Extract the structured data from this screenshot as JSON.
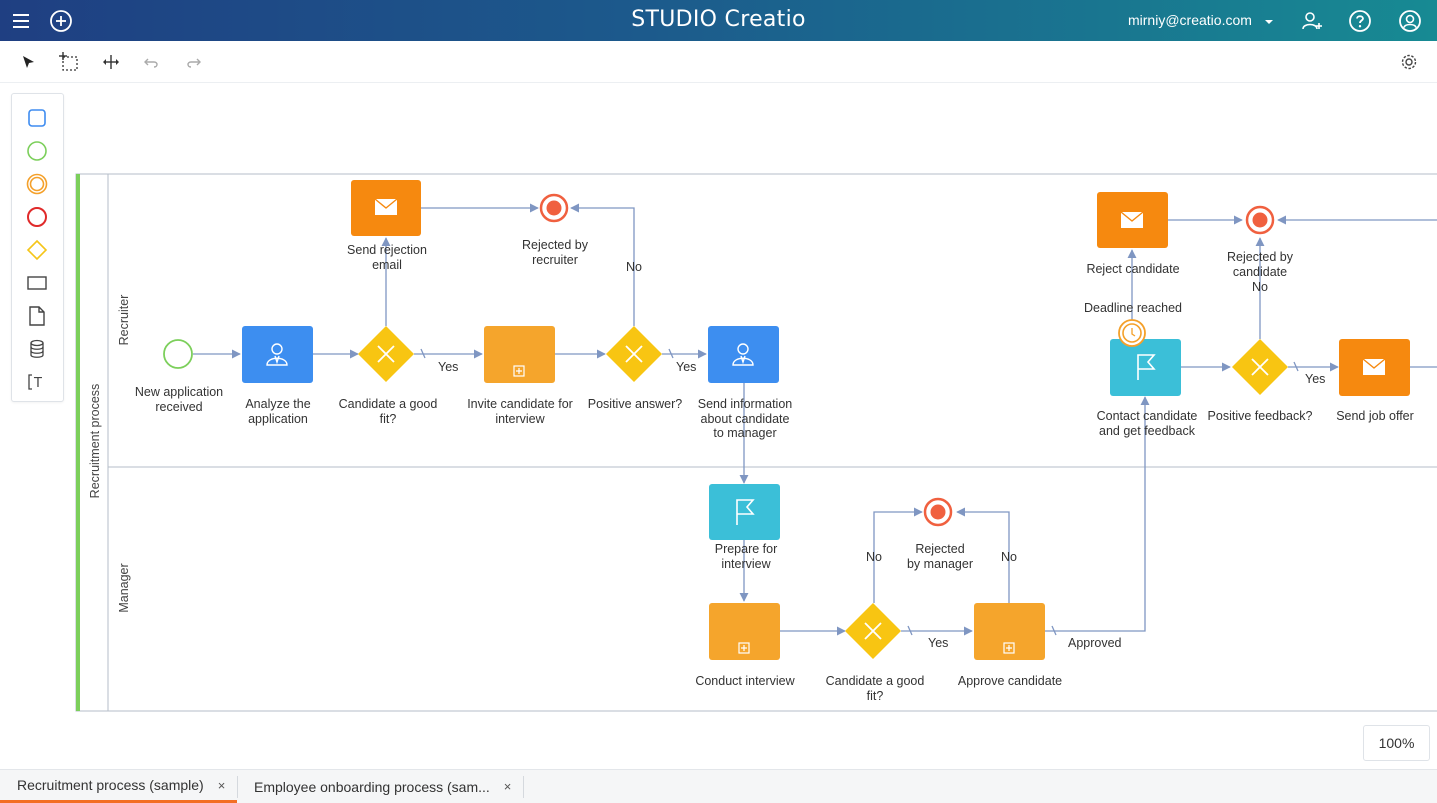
{
  "header": {
    "logo": "STUDIO Creatio",
    "user_email": "mirniy@creatio.com",
    "icons": [
      "menu-icon",
      "add-circle-icon",
      "chevron-down-icon",
      "add-user-icon",
      "help-icon",
      "profile-icon"
    ]
  },
  "toolbar": {
    "icons": [
      "pointer-icon",
      "lasso-select-icon",
      "move-icon",
      "undo-icon",
      "redo-icon",
      "settings-icon"
    ]
  },
  "palette": {
    "items": [
      "task-shape-icon",
      "start-event-icon",
      "intermediate-event-icon",
      "end-event-icon",
      "gateway-icon",
      "subprocess-icon",
      "data-object-icon",
      "data-store-icon",
      "annotation-icon"
    ]
  },
  "diagram": {
    "pool": "Recruitment process",
    "lanes": {
      "recruiter": "Recruiter",
      "manager": "Manager"
    },
    "labels": {
      "new_application": [
        "New application",
        "received"
      ],
      "analyze": [
        "Analyze the",
        "application"
      ],
      "good_fit_1": [
        "Candidate a good",
        "fit?"
      ],
      "invite": [
        "Invite candidate for",
        "interview"
      ],
      "positive_answer": [
        "Positive answer?"
      ],
      "send_info": [
        "Send information",
        "about candidate",
        "to manager"
      ],
      "send_rejection": [
        "Send rejection",
        "email"
      ],
      "rejected_recruiter": [
        "Rejected by",
        "recruiter"
      ],
      "reject_candidate": [
        "Reject candidate"
      ],
      "rejected_candidate": [
        "Rejected by",
        "candidate"
      ],
      "deadline": [
        "Deadline reached"
      ],
      "contact": [
        "Contact candidate",
        "and get feedback"
      ],
      "positive_feedback": [
        "Positive feedback?"
      ],
      "send_offer": [
        "Send job offer"
      ],
      "prepare": [
        "Prepare for",
        "interview"
      ],
      "rejected_manager": [
        "Rejected",
        "by manager"
      ],
      "conduct": [
        "Conduct interview"
      ],
      "good_fit_2": [
        "Candidate a good",
        "fit?"
      ],
      "approve": [
        "Approve candidate"
      ]
    },
    "flows": {
      "yes": "Yes",
      "no": "No",
      "approved": "Approved"
    }
  },
  "zoom": {
    "level": "100%"
  },
  "tabs": [
    {
      "label": "Recruitment process (sample)",
      "close": "×",
      "active": true
    },
    {
      "label": "Employee onboarding process (sam...",
      "close": "×",
      "active": false
    }
  ]
}
